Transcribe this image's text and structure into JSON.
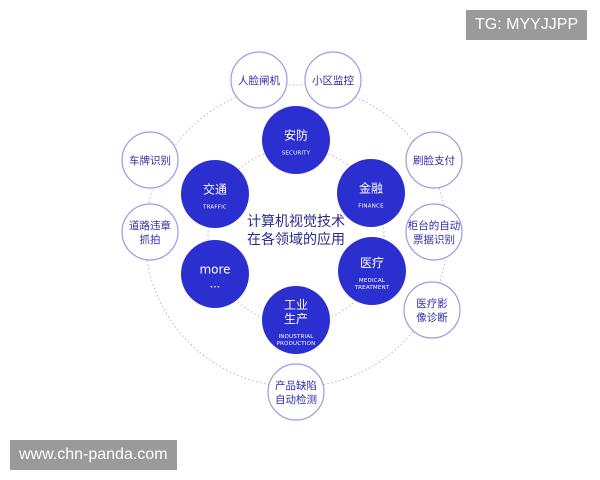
{
  "center": {
    "line1": "计算机视觉技术",
    "line2": "在各领域的应用"
  },
  "domains": [
    {
      "id": "security",
      "name": "安防",
      "en": [
        "SECURITY"
      ]
    },
    {
      "id": "finance",
      "name": "金融",
      "en": [
        "FINANCE"
      ]
    },
    {
      "id": "medical",
      "name": "医疗",
      "en": [
        "MEDICAL",
        "TREATMENT"
      ]
    },
    {
      "id": "industrial",
      "name": "工业\n生产",
      "en": [
        "INDUSTRIAL",
        "PRODUCTION"
      ]
    },
    {
      "id": "more",
      "name": "more",
      "en": [
        "•••"
      ]
    },
    {
      "id": "traffic",
      "name": "交通",
      "en": [
        "TRAFFIC"
      ]
    }
  ],
  "applications": [
    {
      "id": "face-gate",
      "label": "人脸闸机"
    },
    {
      "id": "community-monitoring",
      "label": "小区监控"
    },
    {
      "id": "face-payment",
      "label": "刷脸支付"
    },
    {
      "id": "counter-auto-id",
      "label": "柜台的自动\n票据识别"
    },
    {
      "id": "medical-image-diagnosis",
      "label": "医疗影\n像诊断"
    },
    {
      "id": "defect-detection",
      "label": "产品缺陷\n自动检测"
    },
    {
      "id": "violation-capture",
      "label": "道路违章\n抓拍"
    },
    {
      "id": "plate-recognition",
      "label": "车牌识别"
    }
  ],
  "colors": {
    "domain_fill": "#2c2fd0",
    "domain_text": "#ffffff",
    "app_border": "#9b9be3",
    "app_text": "#2e2ea8",
    "center_text": "#2a2a8e",
    "orbit": "#b9b9b9",
    "watermark_bg": "#9a9a9a"
  },
  "watermarks": {
    "top": "TG: MYYJJPP",
    "bottom": "www.chn-panda.com"
  }
}
